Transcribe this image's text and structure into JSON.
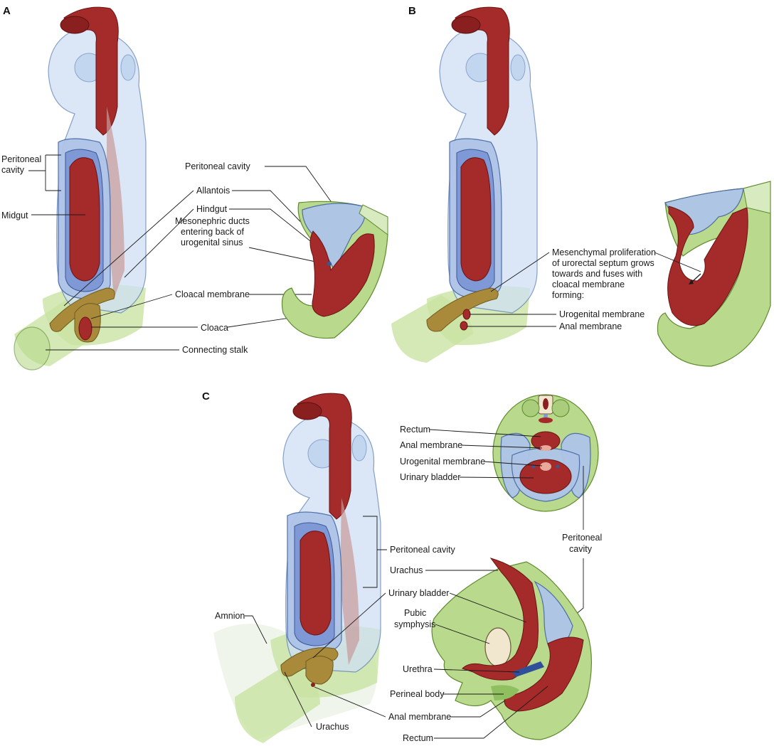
{
  "panels": {
    "a": {
      "letter": "A",
      "labels": {
        "peritoneal_cavity_l1": "Peritoneal",
        "peritoneal_cavity_l2": "cavity",
        "midgut": "Midgut",
        "peritoneal_cavity_right": "Peritoneal cavity",
        "allantois": "Allantois",
        "mesonephric_l1": "Mesonephric ducts",
        "mesonephric_l2": "entering back of",
        "mesonephric_l3": "urogenital sinus",
        "hindgut": "Hindgut",
        "cloacal_membrane": "Cloacal membrane",
        "cloaca": "Cloaca",
        "connecting_stalk": "Connecting stalk"
      }
    },
    "b": {
      "letter": "B",
      "labels": {
        "mesenchymal_l1": "Mesenchymal proliferation",
        "mesenchymal_l2": "of urorectal septum grows",
        "mesenchymal_l3": "towards and fuses with",
        "mesenchymal_l4": "cloacal membrane",
        "mesenchymal_l5": "forming:",
        "urogenital_membrane": "Urogenital membrane",
        "anal_membrane": "Anal membrane"
      }
    },
    "c": {
      "letter": "C",
      "labels": {
        "rectum_top": "Rectum",
        "anal_membrane_top": "Anal membrane",
        "urogenital_membrane": "Urogenital  membrane",
        "urinary_bladder_top": "Urinary bladder",
        "peritoneal_cavity_left": "Peritoneal cavity",
        "peritoneal_cavity_r1": "Peritoneal",
        "peritoneal_cavity_r2": "cavity",
        "urachus_right": "Urachus",
        "urinary_bladder_mid": "Urinary bladder",
        "pubic_l1": "Pubic",
        "pubic_l2": "symphysis",
        "amnion": "Amnion",
        "urethra": "Urethra",
        "perineal_body": "Perineal body",
        "anal_membrane_bottom": "Anal membrane",
        "urachus_bottom": "Urachus",
        "rectum_bottom": "Rectum"
      }
    }
  },
  "colors": {
    "gut": "#a52a2a",
    "peritoneum": "#aec4e8",
    "mesenchyme": "#b9da8c",
    "allantois": "#a88a3a",
    "bone": "#f1e7cf"
  }
}
